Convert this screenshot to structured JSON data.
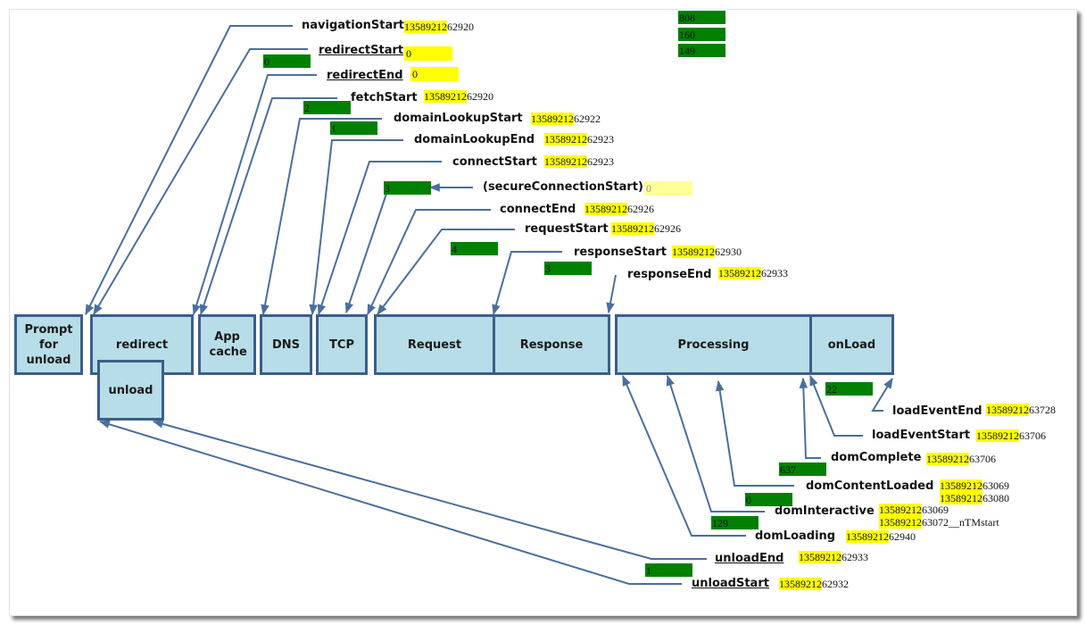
{
  "diagram": {
    "title": "Navigation Timing processing model",
    "phases": [
      {
        "id": "prompt",
        "label": "Prompt for unload"
      },
      {
        "id": "redirect",
        "label": "redirect"
      },
      {
        "id": "unload",
        "label": "unload"
      },
      {
        "id": "appcache",
        "label": "App cache"
      },
      {
        "id": "dns",
        "label": "DNS"
      },
      {
        "id": "tcp",
        "label": "TCP"
      },
      {
        "id": "request",
        "label": "Request"
      },
      {
        "id": "response",
        "label": "Response"
      },
      {
        "id": "processing",
        "label": "Processing"
      },
      {
        "id": "onload",
        "label": "onLoad"
      }
    ],
    "events": {
      "navigationStart": {
        "label": "navigationStart",
        "prefix": "13589212",
        "suffix": "62920"
      },
      "redirectStart": {
        "label": "redirectStart",
        "value": "0"
      },
      "redirectEnd": {
        "label": "redirectEnd",
        "value": "0"
      },
      "fetchStart": {
        "label": "fetchStart",
        "prefix": "13589212",
        "suffix": "62920"
      },
      "domainLookupStart": {
        "label": "domainLookupStart",
        "prefix": "13589212",
        "suffix": "62922"
      },
      "domainLookupEnd": {
        "label": "domainLookupEnd",
        "prefix": "13589212",
        "suffix": "62923"
      },
      "connectStart": {
        "label": "connectStart",
        "prefix": "13589212",
        "suffix": "62923"
      },
      "secureConnectionStart": {
        "label": "(secureConnectionStart)",
        "value": "0"
      },
      "connectEnd": {
        "label": "connectEnd",
        "prefix": "13589212",
        "suffix": "62926"
      },
      "requestStart": {
        "label": "requestStart",
        "prefix": "13589212",
        "suffix": "62926"
      },
      "responseStart": {
        "label": "responseStart",
        "prefix": "13589212",
        "suffix": "62930"
      },
      "responseEnd": {
        "label": "responseEnd",
        "prefix": "13589212",
        "suffix": "62933"
      },
      "loadEventEnd": {
        "label": "loadEventEnd",
        "prefix": "13589212",
        "suffix": "63728"
      },
      "loadEventStart": {
        "label": "loadEventStart",
        "prefix": "13589212",
        "suffix": "63706"
      },
      "domComplete": {
        "label": "domComplete",
        "prefix": "13589212",
        "suffix": "63706"
      },
      "domContentLoaded": {
        "label": "domContentLoaded",
        "prefix": "13589212",
        "suffix": "63069",
        "prefix2": "13589212",
        "suffix2": "63080"
      },
      "domInteractive": {
        "label": "domInteractive",
        "prefix": "13589212",
        "suffix": "63069",
        "prefix2": "13589212",
        "suffix2": "63072__nTMstart"
      },
      "domLoading": {
        "label": "domLoading",
        "prefix": "13589212",
        "suffix": "62940"
      },
      "unloadEnd": {
        "label": "unloadEnd",
        "prefix": "13589212",
        "suffix": "62933"
      },
      "unloadStart": {
        "label": "unloadStart",
        "prefix": "13589212",
        "suffix": "62932"
      }
    },
    "durations": {
      "total": "808",
      "second": "160",
      "third": "149",
      "redirect": "0",
      "appcache": "2",
      "dns": "1",
      "tcp": "3",
      "request": "4",
      "response": "3",
      "onload": "22",
      "processing_complete": "637",
      "dcl": "0",
      "interactive": "129",
      "unload": "1"
    },
    "colors": {
      "box_fill": "#b7dde8",
      "box_border": "#3b5e8c",
      "connector": "#4a6f9e",
      "highlight": "#ffff00",
      "duration": "#008000"
    }
  }
}
